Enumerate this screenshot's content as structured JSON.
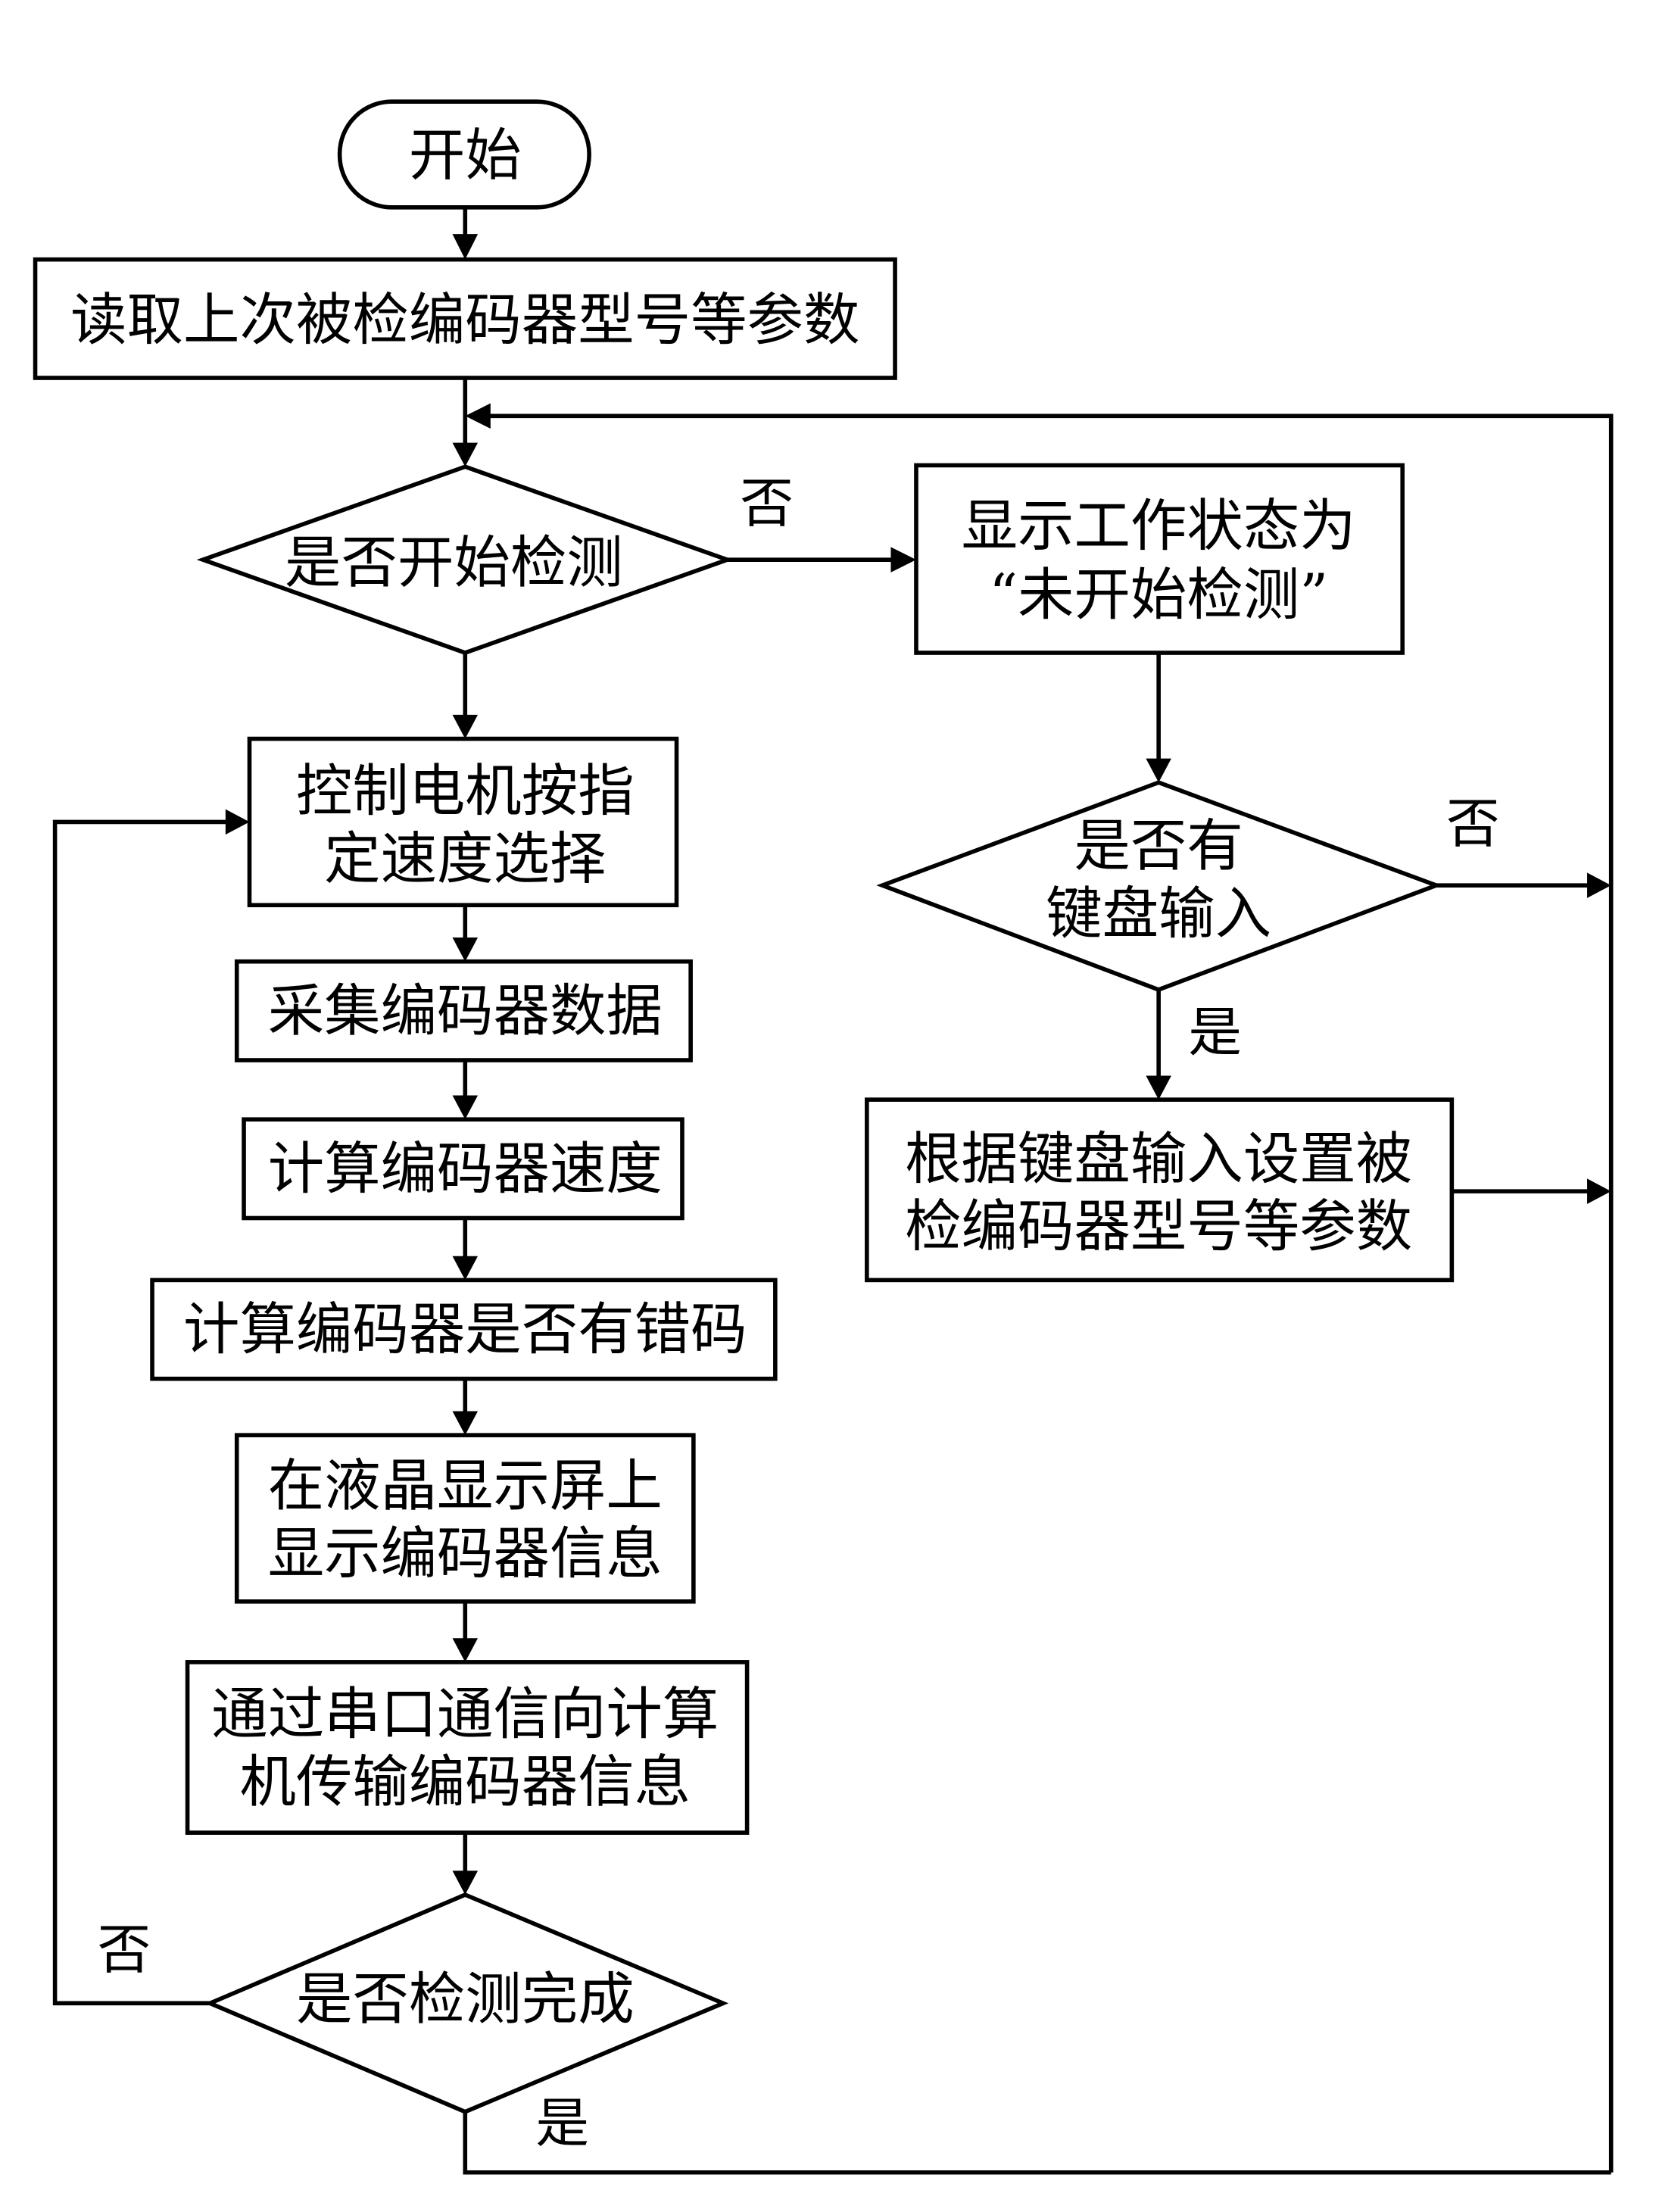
{
  "flowchart": {
    "start": {
      "text": "开始"
    },
    "read_params": {
      "text": "读取上次被检编码器型号等参数"
    },
    "decision_start": {
      "text": "是否开始检测"
    },
    "show_status": {
      "lines": [
        "显示工作状态为",
        "“未开始检测”"
      ]
    },
    "decision_keyboard": {
      "lines": [
        "是否有",
        "键盘输入"
      ]
    },
    "set_params": {
      "lines": [
        "根据键盘输入设置被",
        "检编码器型号等参数"
      ]
    },
    "control_motor": {
      "lines": [
        "控制电机按指",
        "定速度选择"
      ]
    },
    "collect_data": {
      "text": "采集编码器数据"
    },
    "calc_speed": {
      "text": "计算编码器速度"
    },
    "calc_error": {
      "text": "计算编码器是否有错码"
    },
    "display_lcd": {
      "lines": [
        "在液晶显示屏上",
        "显示编码器信息"
      ]
    },
    "serial_tx": {
      "lines": [
        "通过串口通信向计算",
        "机传输编码器信息"
      ]
    },
    "decision_done": {
      "text": "是否检测完成"
    },
    "branch_labels": {
      "start_no": "否",
      "keyboard_no": "否",
      "keyboard_yes": "是",
      "done_no": "否",
      "done_yes": "是"
    }
  }
}
